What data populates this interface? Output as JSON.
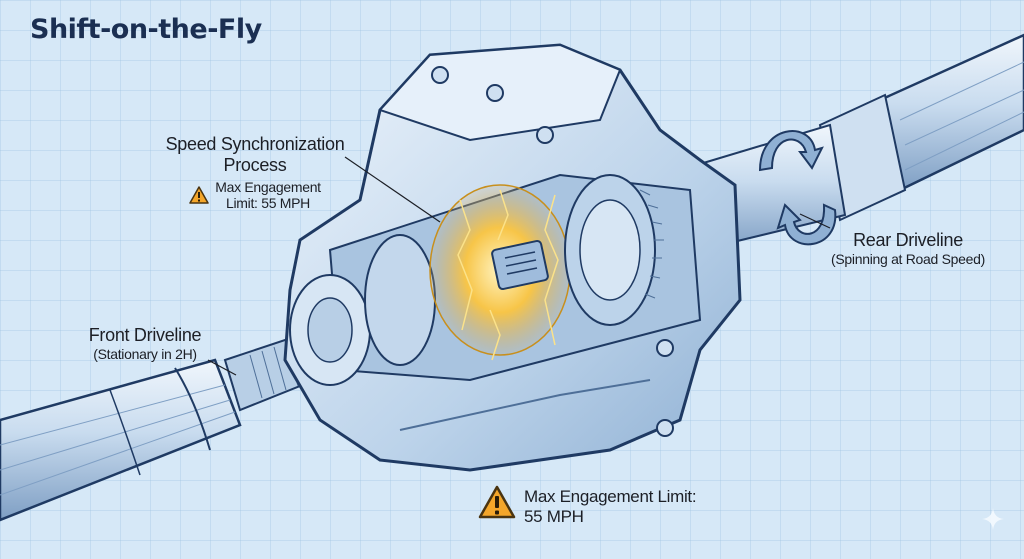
{
  "title": "Shift-on-the-Fly",
  "callouts": {
    "sync": {
      "title_line1": "Speed Synchronization",
      "title_line2": "Process",
      "warning_line1": "Max Engagement",
      "warning_line2": "Limit: 55 MPH",
      "icon": "warning-triangle-icon"
    },
    "rear": {
      "title": "Rear Driveline",
      "subtitle": "(Spinning at Road Speed)"
    },
    "front": {
      "title": "Front Driveline",
      "subtitle": "(Stationary in 2H)"
    },
    "bottom_warning": {
      "line1": "Max Engagement Limit:",
      "line2": "55 MPH",
      "icon": "warning-triangle-icon"
    }
  },
  "colors": {
    "background": "#d6e8f7",
    "title": "#1b2f52",
    "metal_light": "#e6f0fa",
    "metal_mid": "#a9c4e0",
    "outline": "#1f3a63",
    "glow": "#f7c548",
    "warning_fill": "#f4a62a"
  }
}
